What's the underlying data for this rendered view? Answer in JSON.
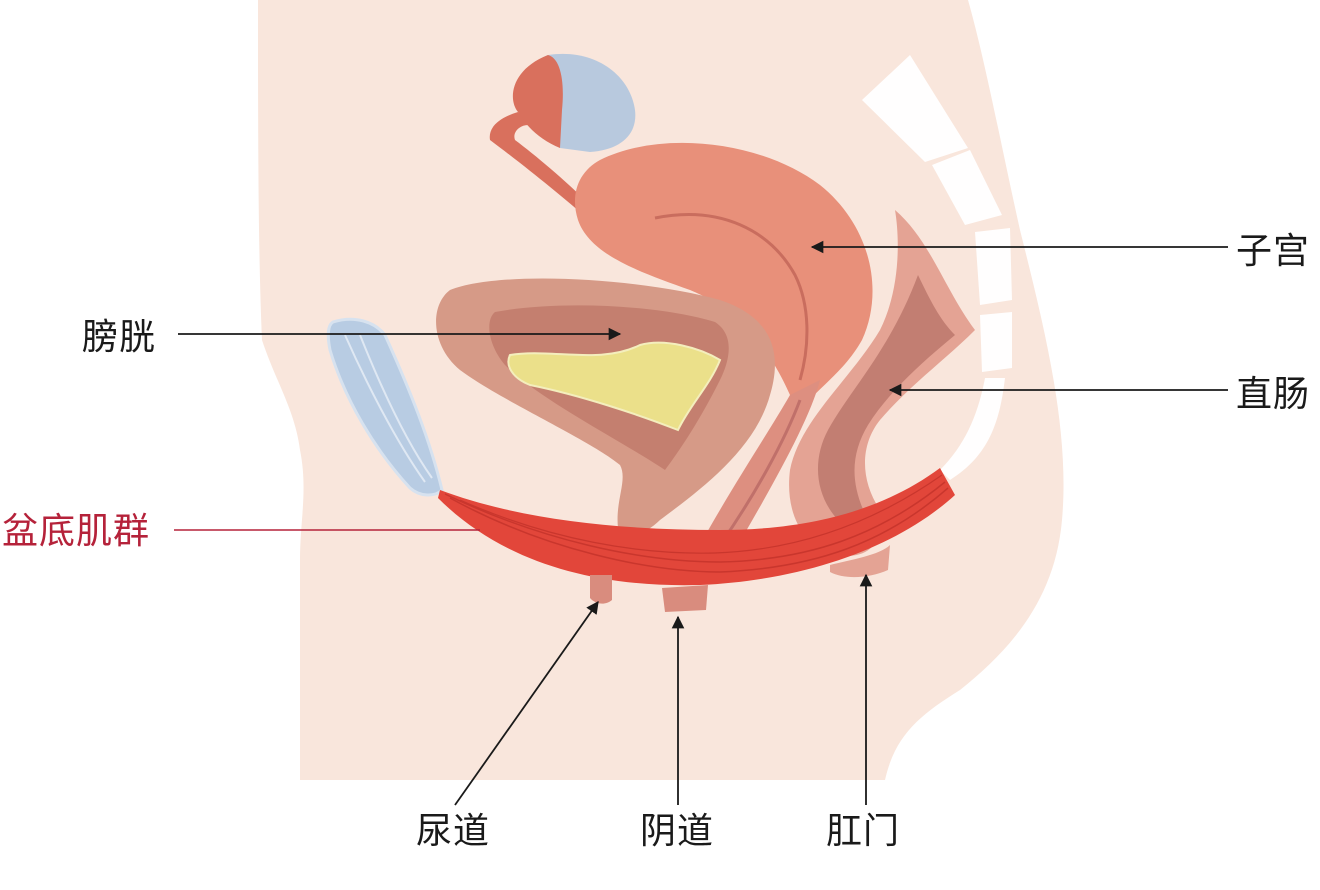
{
  "diagram": {
    "title": "",
    "type": "anatomical cross-section (female pelvis, sagittal view)",
    "colors": {
      "background": "#ffffff",
      "body": "#f9e6dc",
      "uterus": "#e8907a",
      "ovary": "#d9705d",
      "ovary_blue": "#b8c9de",
      "bladder_outer": "#d69a87",
      "bladder_inner": "#c47f6f",
      "urine": "#ebe08a",
      "pubic_bone": "#b8cce3",
      "rectum_outer": "#e4a394",
      "rectum_inner": "#c27e72",
      "pelvic_floor": "#e2463a",
      "spine_gaps": "#ffffff",
      "leader_line": "#1a1a1a",
      "pelvic_floor_label": "#b5223a"
    },
    "labels": {
      "uterus": "子宫",
      "bladder": "膀胱",
      "rectum": "直肠",
      "pelvic_floor": "盆底肌群",
      "urethra": "尿道",
      "vagina": "阴道",
      "anus": "肛门"
    }
  }
}
